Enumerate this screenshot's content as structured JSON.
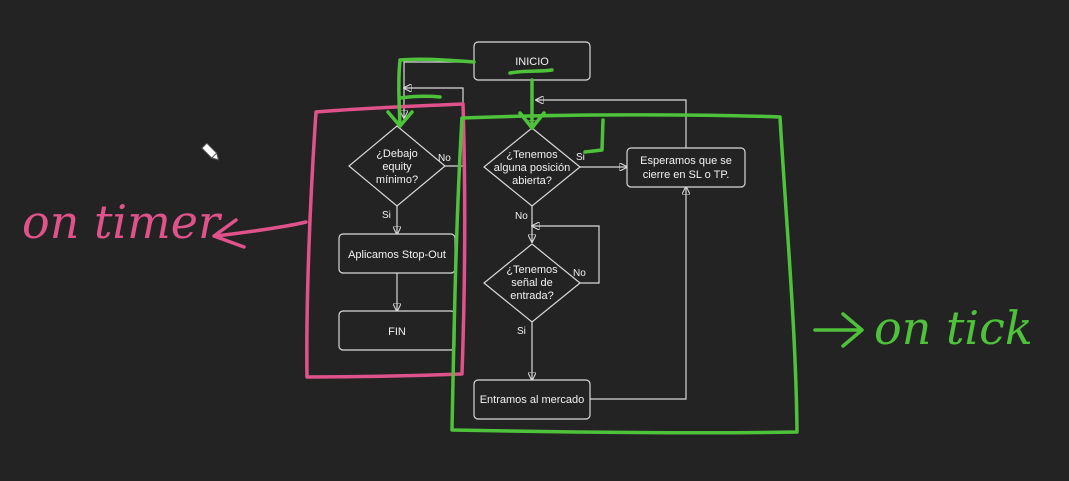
{
  "nodes": {
    "inicio": "INICIO",
    "debajo_equity": [
      "¿Debajo",
      "equity",
      "mínimo?"
    ],
    "aplicamos": "Aplicamos Stop-Out",
    "fin": "FIN",
    "tenemos_posicion": [
      "¿Tenemos",
      "alguna posición",
      "abierta?"
    ],
    "esperamos": [
      "Esperamos que se",
      "cierre en SL o TP."
    ],
    "tenemos_senal": [
      "¿Tenemos",
      "señal de",
      "entrada?"
    ],
    "entramos": "Entramos al mercado"
  },
  "edge_labels": {
    "equity_no": "No",
    "equity_si": "Si",
    "posicion_si": "Si",
    "posicion_no": "No",
    "senal_no": "No",
    "senal_si": "Si"
  },
  "annotations": {
    "on_timer": "on timer",
    "on_tick": "on tick"
  },
  "colors": {
    "background": "#232323",
    "node_stroke": "#d9d9d9",
    "pink_highlight": "#e0528a",
    "green_highlight": "#4ec23a"
  }
}
